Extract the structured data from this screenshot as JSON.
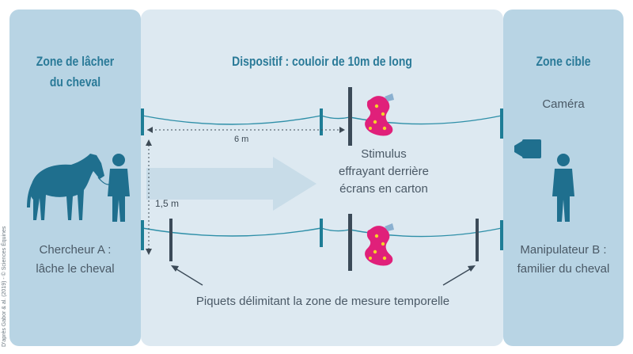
{
  "zones": {
    "left": {
      "title_line1": "Zone de lâcher",
      "title_line2": "du cheval",
      "label_line1": "Chercheur A :",
      "label_line2": "lâche le cheval"
    },
    "middle": {
      "title": "Dispositif : couloir de 10m de long",
      "distance_label": "6 m",
      "width_label": "1,5 m",
      "stimulus_line1": "Stimulus",
      "stimulus_line2": "effrayant derrière",
      "stimulus_line3": "écrans en carton",
      "posts_label": "Piquets délimitant la zone de mesure temporelle"
    },
    "right": {
      "title": "Zone cible",
      "camera_label": "Caméra",
      "label_line1": "Manipulateur B :",
      "label_line2": "familier du cheval"
    }
  },
  "credit": "D'après Gabor & al. (2019) - © Sciences Équines",
  "colors": {
    "side_zone": "#b8d4e4",
    "middle_zone": "#dde9f1",
    "heading": "#2a7a98",
    "figure": "#1f6f8e",
    "post": "#1e7d96",
    "dark_post": "#3b4a58",
    "rope": "#2e8fa8",
    "arrow": "#c8dce8",
    "stimulus_pink": "#e0207a",
    "stimulus_yellow": "#f5d327"
  },
  "icons": [
    "horse-icon",
    "researcher-icon",
    "handler-icon",
    "camera-icon",
    "stimulus-icon",
    "direction-arrow-icon"
  ]
}
